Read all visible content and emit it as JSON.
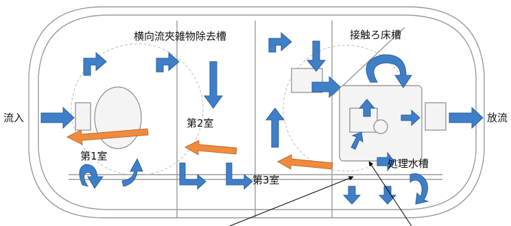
{
  "labels": {
    "inflow": "流入",
    "outflow": "放流",
    "separation_tank": "横向流夾雑物除去槽",
    "chamber_1": "第1室",
    "chamber_2": "第2室",
    "chamber_3": "第3室",
    "contact_bed_tank": "接触ろ床槽",
    "treated_water_tank": "処理水槽"
  },
  "colors": {
    "outline": "#9a9a9a",
    "flow_arrow": "#3f7fc7",
    "flow_arrow_edge": "#2c5f9e",
    "transfer_arrow": "#f08b3e",
    "transfer_arrow_edge": "#c06a28",
    "pointer_line": "#000000"
  }
}
